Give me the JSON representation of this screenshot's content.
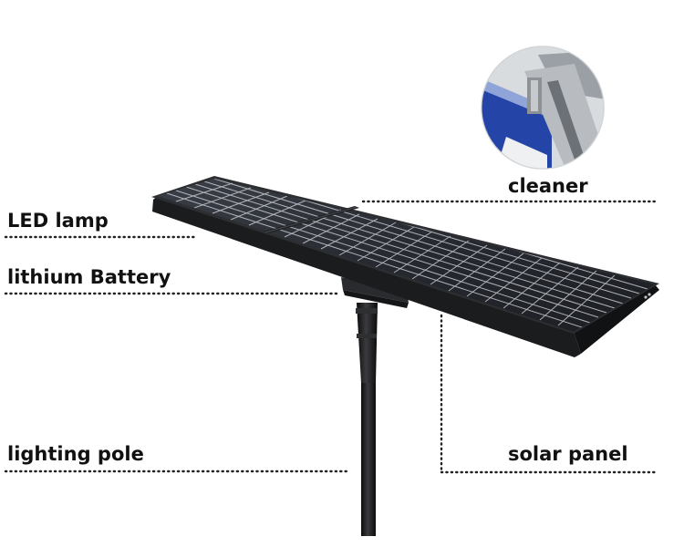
{
  "labels": {
    "led_lamp": "LED lamp",
    "lithium_battery": "lithium Battery",
    "lighting_pole": "lighting pole",
    "cleaner": "cleaner",
    "solar_panel": "solar panel"
  },
  "colors": {
    "text": "#111111",
    "frame": "#1e1f21",
    "cell": "#2a2d33",
    "grid": "#c9ccd1",
    "pole": "#1a1a1c",
    "inset_blue": "#2444a8",
    "inset_metal": "#b8bcc0"
  },
  "icons": {
    "cleaner_inset": "cleaner-closeup-photo"
  }
}
